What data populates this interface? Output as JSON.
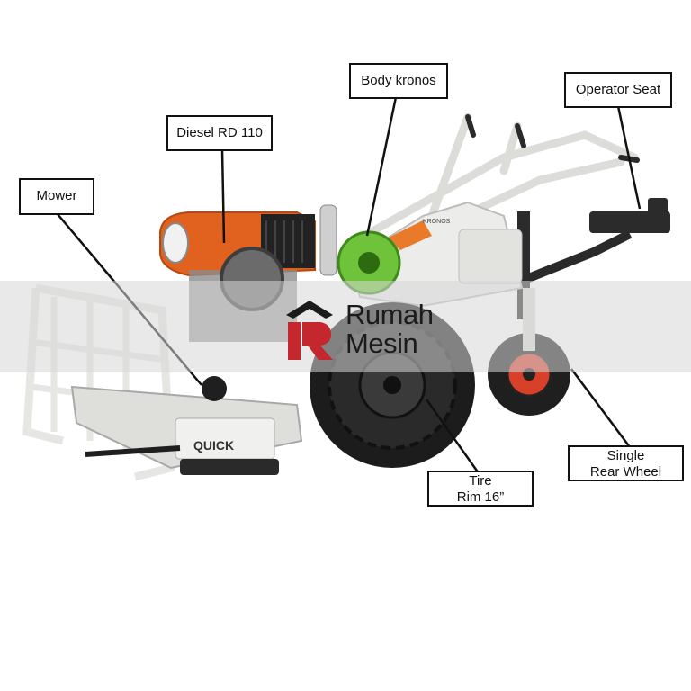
{
  "labels": {
    "diesel": "Diesel RD 110",
    "body": "Body kronos",
    "seat": "Operator Seat",
    "mower": "Mower",
    "tire_line1": "Tire",
    "tire_line2": "Rim 16”",
    "wheel_line1": "Single",
    "wheel_line2": "Rear Wheel"
  },
  "watermark": {
    "line1": "Rumah",
    "line2": "Mesin"
  },
  "machine_decals": {
    "brand": "QUICK",
    "model": "KRONOS"
  },
  "colors": {
    "engine": "#e0621e",
    "pulley": "#6fc33a",
    "frame": "#e9e9e6",
    "tire": "#1c1c1c",
    "rim": "#d8402a",
    "brand_red": "#c4272d"
  }
}
